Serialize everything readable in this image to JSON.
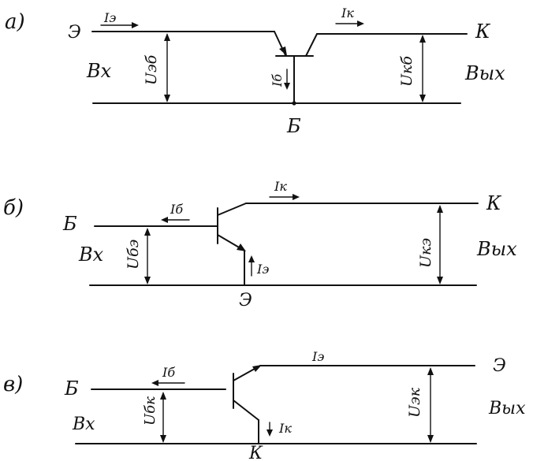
{
  "panel_a": {
    "tag": "а)",
    "emitter": "Э",
    "collector": "К",
    "base": "Б",
    "input": "Вх",
    "output": "Вых",
    "emitter_current": "Iэ",
    "collector_current": "Iк",
    "base_current": "Iб",
    "input_voltage": "Uэб",
    "output_voltage": "Uкб"
  },
  "panel_b": {
    "tag": "б)",
    "base": "Б",
    "collector": "К",
    "emitter": "Э",
    "input": "Вх",
    "output": "Вых",
    "base_current": "Iб",
    "collector_current": "Iк",
    "emitter_current": "Iэ",
    "input_voltage": "Uбэ",
    "output_voltage": "Uкэ"
  },
  "panel_c": {
    "tag": "в)",
    "base": "Б",
    "emitter": "Э",
    "collector": "К",
    "input": "Вх",
    "output": "Вых",
    "base_current": "Iб",
    "emitter_current": "Iэ",
    "collector_current": "Iк",
    "input_voltage": "Uбк",
    "output_voltage": "Uэк"
  }
}
